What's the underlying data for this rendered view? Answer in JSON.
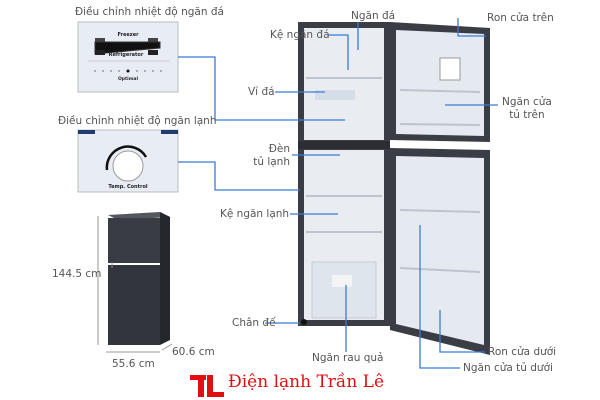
{
  "panels": {
    "freezer_title": "Điều chỉnh nhiệt độ ngăn đá",
    "fridge_title": "Điều chỉnh nhiệt độ ngăn lạnh",
    "freezer_label": "Freezer",
    "refrigerator_label": "Refrigerator",
    "optimal_label": "Optimal",
    "temp_control_label": "Temp. Control"
  },
  "dimensions": {
    "height": "144.5 cm",
    "width": "55.6 cm",
    "depth": "60.6 cm"
  },
  "labels": {
    "freezer": "Ngăn đá",
    "freezer_shelf": "Kệ ngăn đá",
    "ice_tray": "Vỉ đá",
    "light": "Đèn\ntủ lạnh",
    "fridge_shelf": "Kệ ngăn lạnh",
    "foot": "Chân đế",
    "crisper": "Ngăn rau quả",
    "top_gasket": "Ron cửa trên",
    "top_door_shelf": "Ngăn cửa\ntủ trên",
    "bottom_gasket": "Ron cửa dưới",
    "bottom_door_shelf": "Ngăn cửa tủ dưới"
  },
  "brand": {
    "text": "Điện lạnh Trần Lê",
    "color": "#e01010"
  },
  "colors": {
    "leader": "#3a7bd5",
    "fridge_body": "#3b3d45",
    "interior": "#e9edf2"
  }
}
